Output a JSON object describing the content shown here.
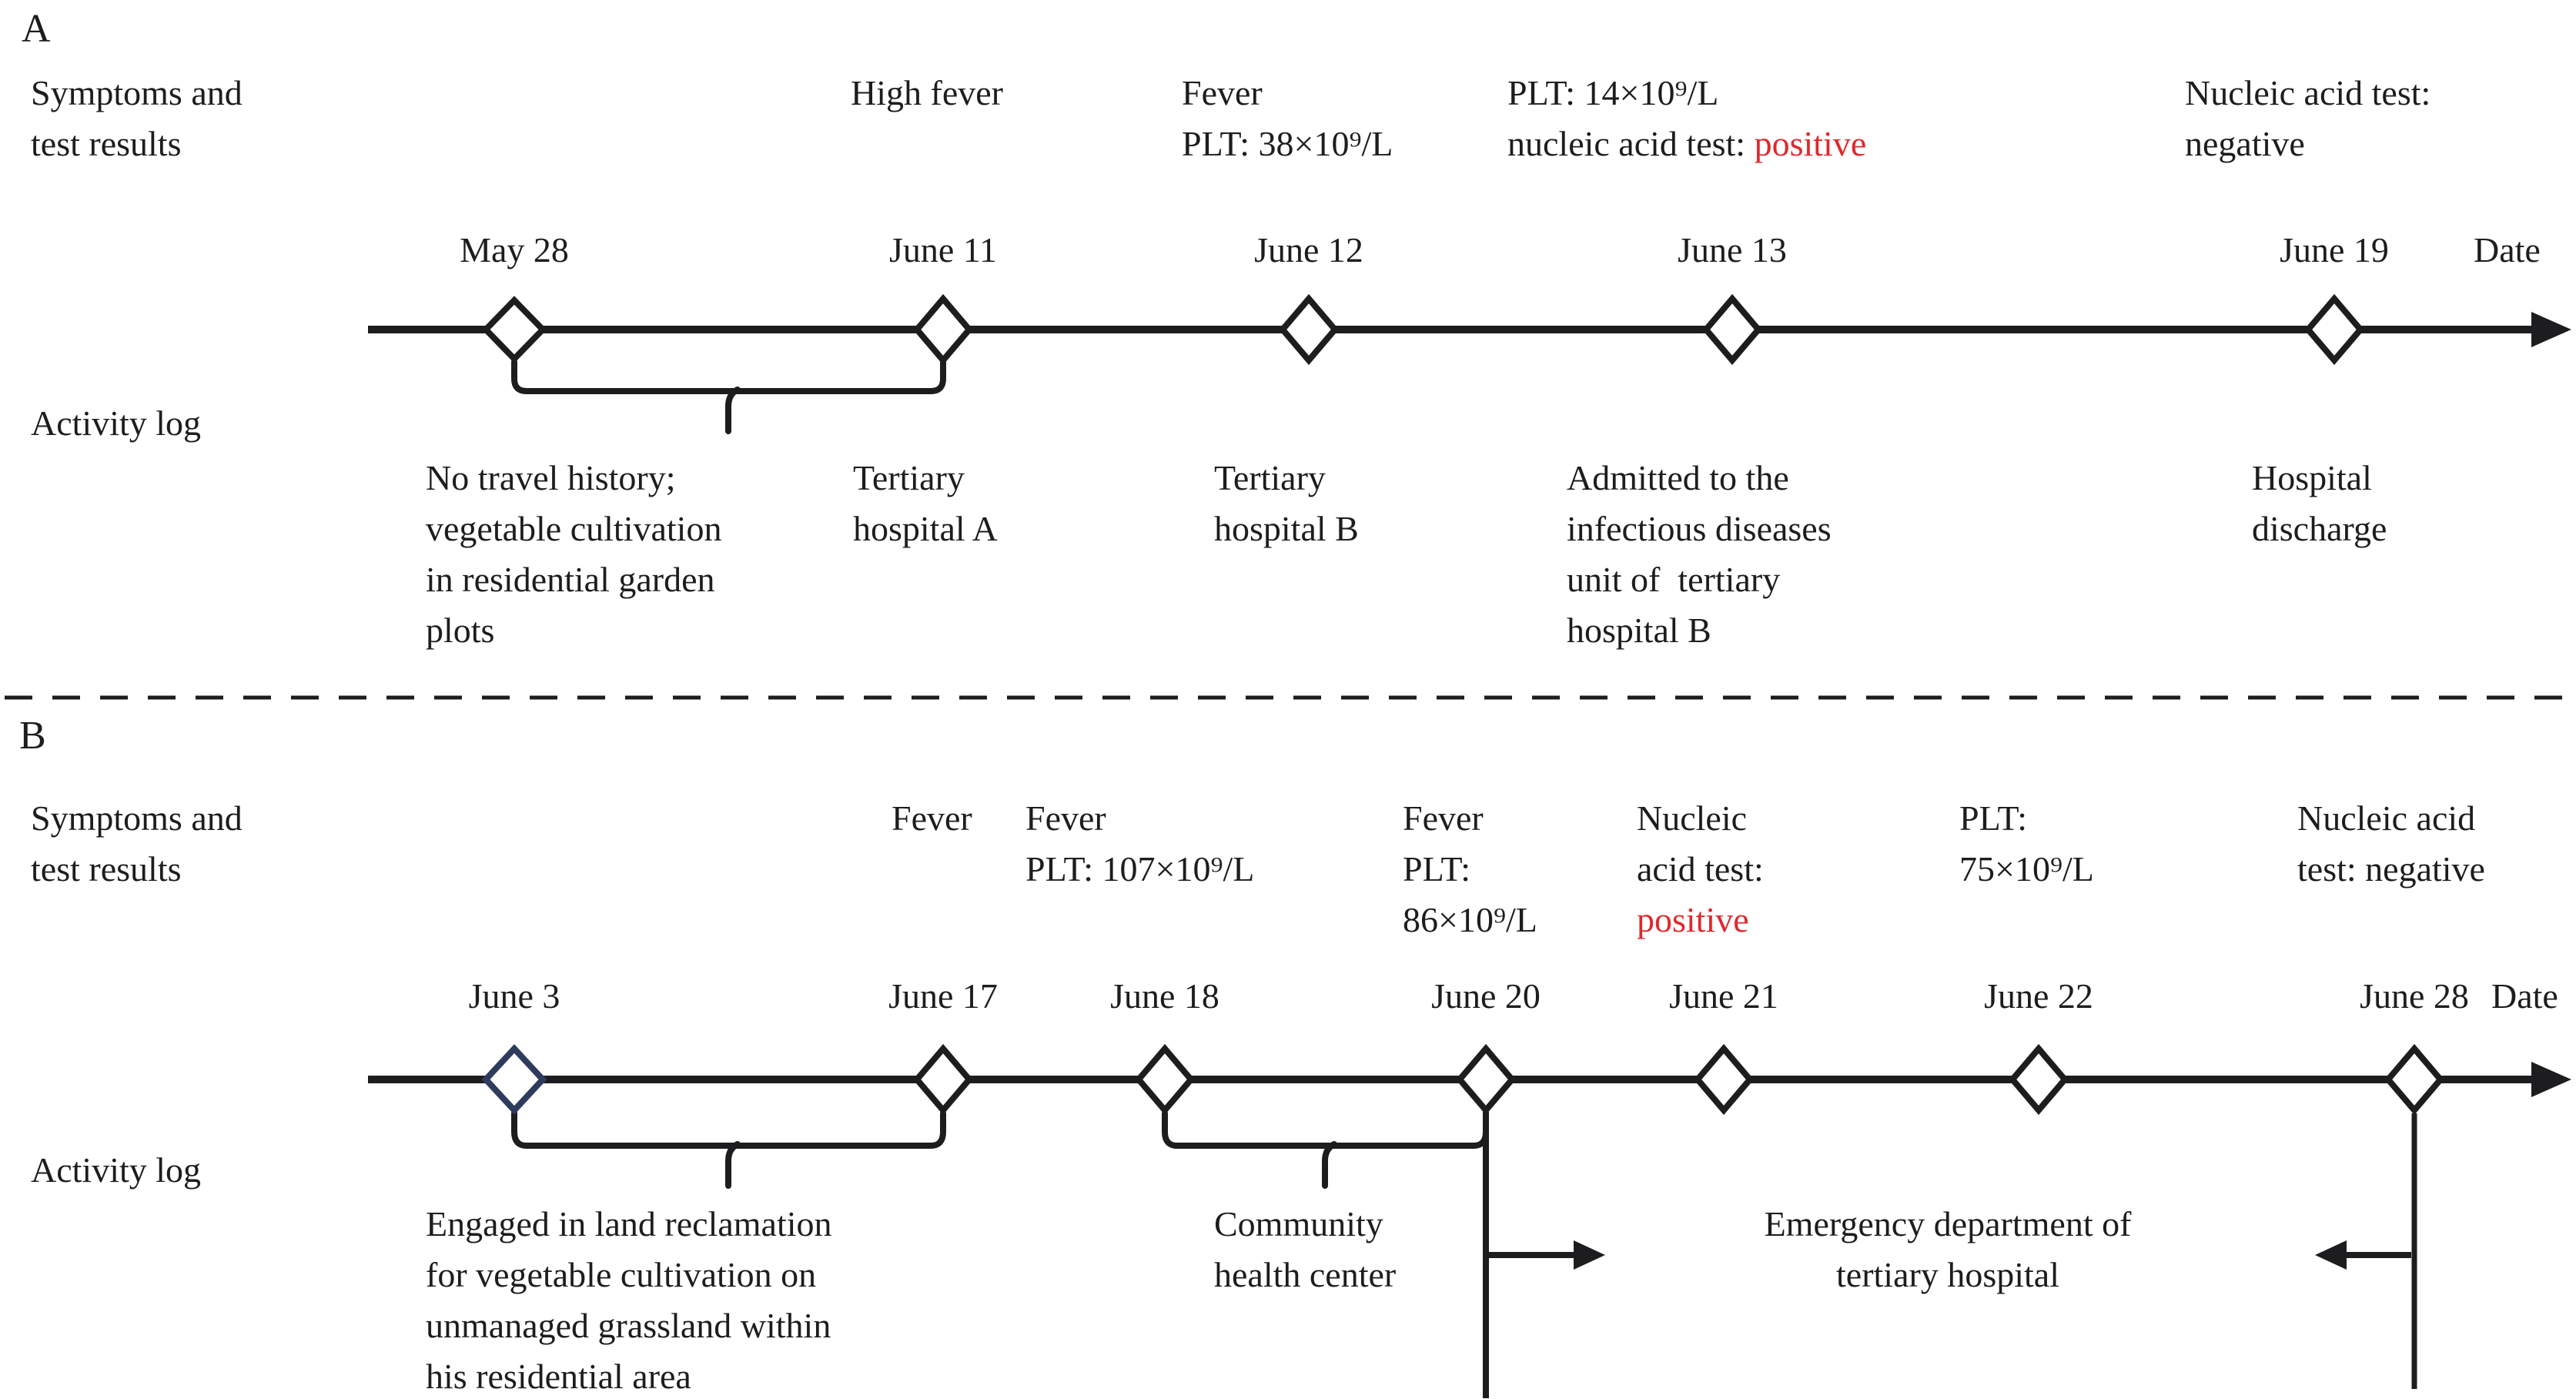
{
  "colors": {
    "ink": "#1d1d1f",
    "positive_red": "#e0282c",
    "navy_diamond": "#2e3b5d",
    "background": "#ffffff"
  },
  "panels": [
    {
      "label": "A",
      "symptoms_heading": "Symptoms and\ntest results",
      "activity_heading": "Activity log",
      "date_axis_label": "Date",
      "events": [
        {
          "date": "May 28",
          "symptoms": "",
          "activity": "No travel history;\nvegetable cultivation\nin residential garden\nplots"
        },
        {
          "date": "June 11",
          "symptoms": "High fever",
          "activity": "Tertiary\nhospital A"
        },
        {
          "date": "June 12",
          "symptoms": "Fever\nPLT: 38×10⁹/L",
          "activity": "Tertiary\nhospital B"
        },
        {
          "date": "June 13",
          "symptoms": "PLT: 14×10⁹/L\nnucleic acid test: ",
          "symptoms_red": "positive",
          "activity": "Admitted to the\ninfectious diseases\nunit of  tertiary\nhospital B"
        },
        {
          "date": "June 19",
          "symptoms": "Nucleic acid test:\nnegative",
          "activity": "Hospital\ndischarge"
        }
      ]
    },
    {
      "label": "B",
      "symptoms_heading": "Symptoms and\ntest results",
      "activity_heading": "Activity log",
      "date_axis_label": "Date",
      "events": [
        {
          "date": "June 3",
          "symptoms": "",
          "activity": "Engaged in land reclamation\nfor vegetable cultivation on\nunmanaged grassland within\nhis residential area"
        },
        {
          "date": "June 17",
          "symptoms": "Fever",
          "activity": ""
        },
        {
          "date": "June 18",
          "symptoms": "Fever\nPLT: 107×10⁹/L",
          "activity": "Community\nhealth center"
        },
        {
          "date": "June 20",
          "symptoms": "Fever\nPLT:\n86×10⁹/L",
          "activity": ""
        },
        {
          "date": "June 21",
          "symptoms": "Nucleic\nacid test:\n",
          "symptoms_red": "positive",
          "activity": ""
        },
        {
          "date": "June 22",
          "symptoms": "PLT:\n75×10⁹/L",
          "activity": ""
        },
        {
          "date": "June 28",
          "symptoms": "Nucleic acid\ntest: negative",
          "activity": "Emergency department of\ntertiary hospital"
        }
      ]
    }
  ]
}
